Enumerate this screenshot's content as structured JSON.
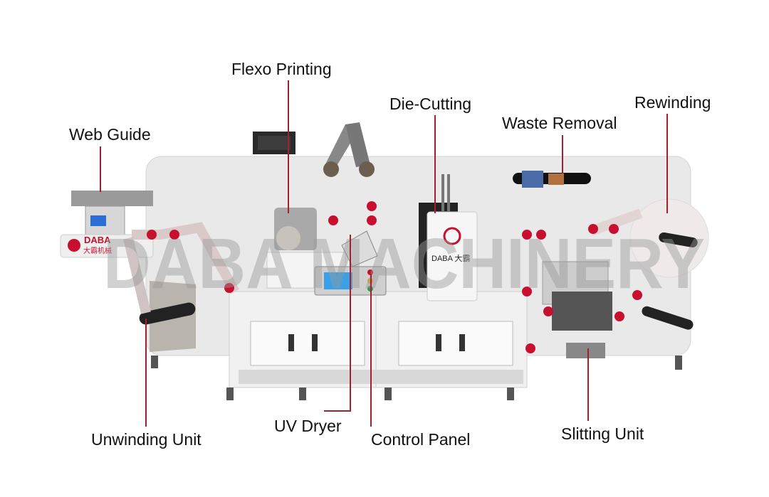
{
  "labels": {
    "flexo_printing": "Flexo Printing",
    "web_guide": "Web Guide",
    "die_cutting": "Die-Cutting",
    "waste_removal": "Waste Removal",
    "rewinding": "Rewinding",
    "unwinding_unit": "Unwinding Unit",
    "uv_dryer": "UV Dryer",
    "control_panel": "Control Panel",
    "slitting_unit": "Slitting Unit"
  },
  "watermark": "DABA MACHINERY",
  "logo": {
    "brand": "DABA",
    "brand_cn": "大霸机械",
    "diecut_badge": "DABA 大霸"
  },
  "colors": {
    "leader": "#a3202c",
    "roller": "#c8102e",
    "panel": "#e9e9ea"
  }
}
